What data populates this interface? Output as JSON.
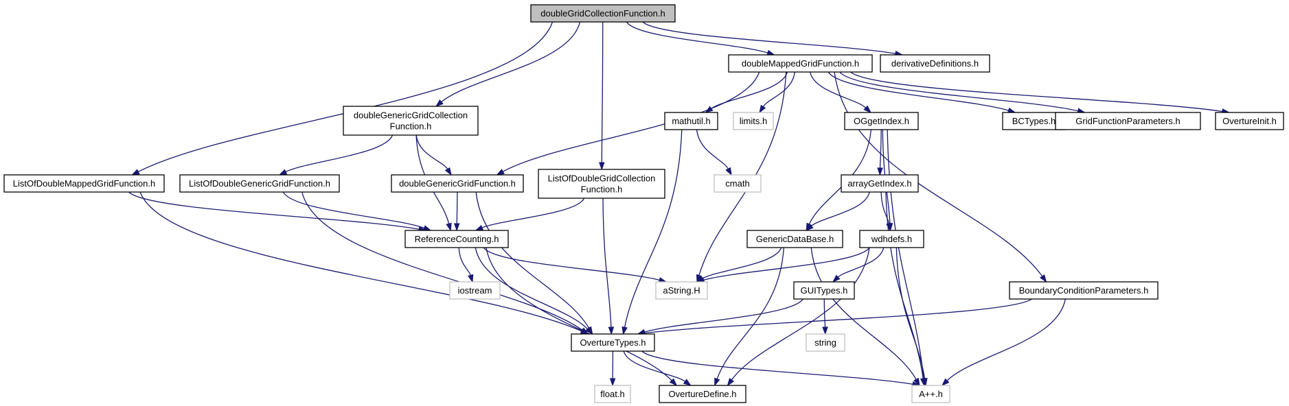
{
  "colors": {
    "edge": "#191970",
    "root_fill": "#bfbfbf",
    "missing_border": "#bfbfbf",
    "node_border": "#000000"
  },
  "nodes": [
    {
      "id": "n0",
      "lines": [
        "doubleGridCollectionFunction.h"
      ],
      "style": "root"
    },
    {
      "id": "n1",
      "lines": [
        "doubleMappedGridFunction.h"
      ],
      "style": "normal"
    },
    {
      "id": "n2",
      "lines": [
        "derivativeDefinitions.h"
      ],
      "style": "normal"
    },
    {
      "id": "n3",
      "lines": [
        "doubleGenericGridCollection",
        "Function.h"
      ],
      "style": "normal"
    },
    {
      "id": "n4",
      "lines": [
        "mathutil.h"
      ],
      "style": "normal"
    },
    {
      "id": "n5",
      "lines": [
        "limits.h"
      ],
      "style": "missing"
    },
    {
      "id": "n6",
      "lines": [
        "OGgetIndex.h"
      ],
      "style": "normal"
    },
    {
      "id": "n7",
      "lines": [
        "BCTypes.h"
      ],
      "style": "normal"
    },
    {
      "id": "n8",
      "lines": [
        "GridFunctionParameters.h"
      ],
      "style": "normal"
    },
    {
      "id": "n9",
      "lines": [
        "OvertureInit.h"
      ],
      "style": "normal"
    },
    {
      "id": "n10",
      "lines": [
        "ListOfDoubleMappedGridFunction.h"
      ],
      "style": "normal"
    },
    {
      "id": "n11",
      "lines": [
        "ListOfDoubleGenericGridFunction.h"
      ],
      "style": "normal"
    },
    {
      "id": "n12",
      "lines": [
        "doubleGenericGridFunction.h"
      ],
      "style": "normal"
    },
    {
      "id": "n13",
      "lines": [
        "ListOfDoubleGridCollection",
        "Function.h"
      ],
      "style": "normal"
    },
    {
      "id": "n14",
      "lines": [
        "cmath"
      ],
      "style": "missing"
    },
    {
      "id": "n15",
      "lines": [
        "arrayGetIndex.h"
      ],
      "style": "normal"
    },
    {
      "id": "n16",
      "lines": [
        "ReferenceCounting.h"
      ],
      "style": "normal"
    },
    {
      "id": "n17",
      "lines": [
        "GenericDataBase.h"
      ],
      "style": "normal"
    },
    {
      "id": "n18",
      "lines": [
        "wdhdefs.h"
      ],
      "style": "normal"
    },
    {
      "id": "n19",
      "lines": [
        "iostream"
      ],
      "style": "missing"
    },
    {
      "id": "n20",
      "lines": [
        "aString.H"
      ],
      "style": "missing"
    },
    {
      "id": "n21",
      "lines": [
        "GUITypes.h"
      ],
      "style": "normal"
    },
    {
      "id": "n22",
      "lines": [
        "BoundaryConditionParameters.h"
      ],
      "style": "normal"
    },
    {
      "id": "n23",
      "lines": [
        "string"
      ],
      "style": "missing"
    },
    {
      "id": "n24",
      "lines": [
        "OvertureTypes.h"
      ],
      "style": "normal"
    },
    {
      "id": "n25",
      "lines": [
        "float.h"
      ],
      "style": "missing"
    },
    {
      "id": "n26",
      "lines": [
        "OvertureDefine.h"
      ],
      "style": "normal"
    },
    {
      "id": "n27",
      "lines": [
        "A++.h"
      ],
      "style": "missing"
    }
  ],
  "edges": [
    [
      "n0",
      "n1"
    ],
    [
      "n0",
      "n2"
    ],
    [
      "n0",
      "n3"
    ],
    [
      "n0",
      "n10"
    ],
    [
      "n0",
      "n13"
    ],
    [
      "n1",
      "n4"
    ],
    [
      "n1",
      "n5"
    ],
    [
      "n1",
      "n6"
    ],
    [
      "n1",
      "n7"
    ],
    [
      "n1",
      "n8"
    ],
    [
      "n1",
      "n9"
    ],
    [
      "n1",
      "n12"
    ],
    [
      "n1",
      "n20"
    ],
    [
      "n1",
      "n22"
    ],
    [
      "n3",
      "n11"
    ],
    [
      "n3",
      "n12"
    ],
    [
      "n3",
      "n16"
    ],
    [
      "n4",
      "n14"
    ],
    [
      "n4",
      "n24"
    ],
    [
      "n6",
      "n15"
    ],
    [
      "n6",
      "n17"
    ],
    [
      "n6",
      "n18"
    ],
    [
      "n6",
      "n27"
    ],
    [
      "n10",
      "n16"
    ],
    [
      "n10",
      "n24"
    ],
    [
      "n11",
      "n16"
    ],
    [
      "n11",
      "n24"
    ],
    [
      "n12",
      "n16"
    ],
    [
      "n12",
      "n24"
    ],
    [
      "n13",
      "n16"
    ],
    [
      "n13",
      "n24"
    ],
    [
      "n15",
      "n17"
    ],
    [
      "n15",
      "n18"
    ],
    [
      "n15",
      "n27"
    ],
    [
      "n16",
      "n19"
    ],
    [
      "n16",
      "n20"
    ],
    [
      "n16",
      "n24"
    ],
    [
      "n16",
      "n26"
    ],
    [
      "n17",
      "n20"
    ],
    [
      "n17",
      "n26"
    ],
    [
      "n17",
      "n27"
    ],
    [
      "n18",
      "n20"
    ],
    [
      "n18",
      "n21"
    ],
    [
      "n18",
      "n26"
    ],
    [
      "n18",
      "n27"
    ],
    [
      "n21",
      "n23"
    ],
    [
      "n21",
      "n24"
    ],
    [
      "n22",
      "n24"
    ],
    [
      "n22",
      "n27"
    ],
    [
      "n24",
      "n25"
    ],
    [
      "n24",
      "n26"
    ],
    [
      "n24",
      "n27"
    ]
  ]
}
